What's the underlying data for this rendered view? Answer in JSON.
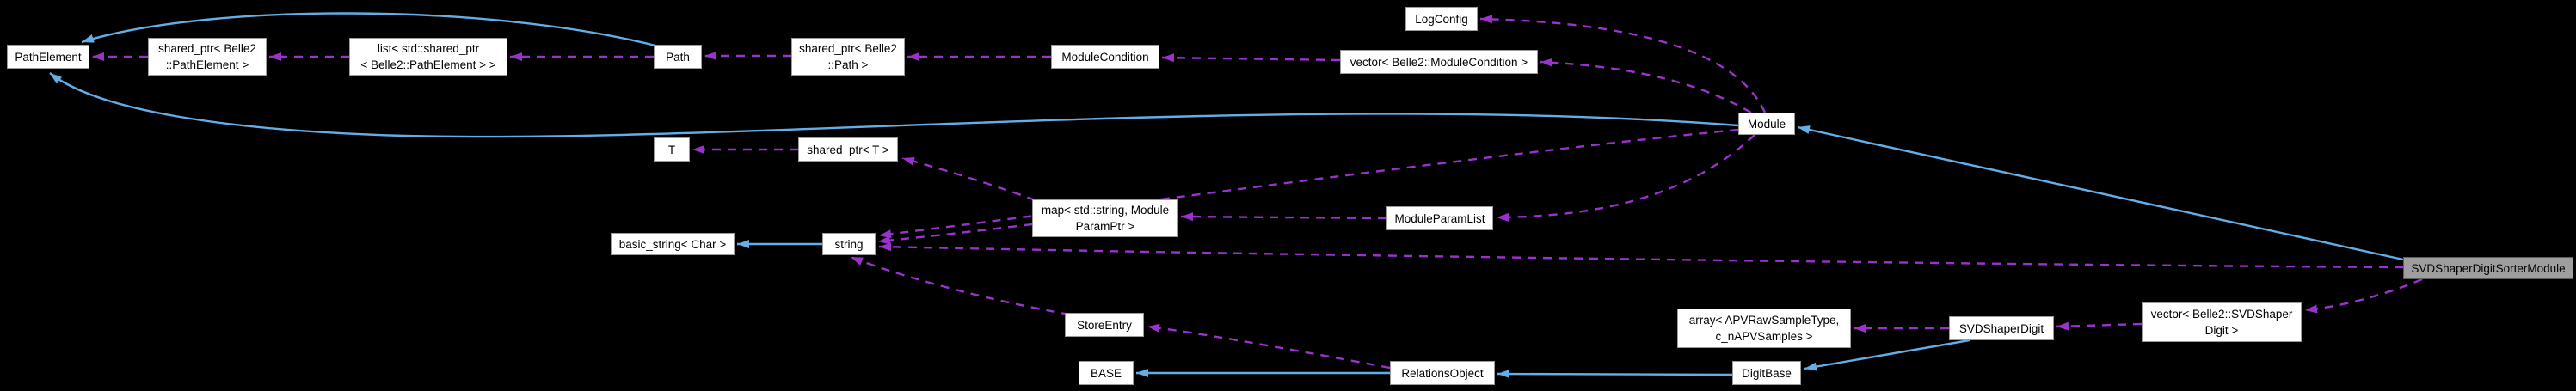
{
  "diagram": {
    "kind": "doxygen-collaboration-graph",
    "focus_node": "SVDShaperDigitSorterModule",
    "colors": {
      "background": "#000000",
      "inheritance_edge_blue": "#63aee8",
      "usage_edge_magenta": "#9a32cd",
      "node_fill": "#ffffff",
      "node_border": "#9b9b9b",
      "focus_node_fill": "#9e9e9e",
      "focus_node_border": "#5c5c5c",
      "node_text": "#000000"
    },
    "nodes": [
      {
        "id": "PathElement",
        "label": "PathElement"
      },
      {
        "id": "shared_ptr_PathElement",
        "label": "shared_ptr< Belle2\n::PathElement >"
      },
      {
        "id": "list_shared_ptr_PathElement",
        "label": "list< std::shared_ptr\n< Belle2::PathElement > >"
      },
      {
        "id": "Path",
        "label": "Path"
      },
      {
        "id": "shared_ptr_Path",
        "label": "shared_ptr< Belle2\n::Path >"
      },
      {
        "id": "ModuleCondition",
        "label": "ModuleCondition"
      },
      {
        "id": "LogConfig",
        "label": "LogConfig"
      },
      {
        "id": "vector_ModuleCondition",
        "label": "vector< Belle2::ModuleCondition >"
      },
      {
        "id": "Module",
        "label": "Module"
      },
      {
        "id": "T",
        "label": "T"
      },
      {
        "id": "shared_ptr_T",
        "label": "shared_ptr< T >"
      },
      {
        "id": "map_ModuleParamPtr",
        "label": "map< std::string, Module\nParamPtr >"
      },
      {
        "id": "ModuleParamList",
        "label": "ModuleParamList"
      },
      {
        "id": "basic_string_Char",
        "label": "basic_string< Char >"
      },
      {
        "id": "string",
        "label": "string"
      },
      {
        "id": "SVDShaperDigitSorterModule",
        "label": "SVDShaperDigitSorterModule"
      },
      {
        "id": "StoreEntry",
        "label": "StoreEntry"
      },
      {
        "id": "array_APVRawSampleType",
        "label": "array< APVRawSampleType,\nc_nAPVSamples >"
      },
      {
        "id": "SVDShaperDigit",
        "label": "SVDShaperDigit"
      },
      {
        "id": "vector_SVDShaperDigit",
        "label": "vector< Belle2::SVDShaper\nDigit >"
      },
      {
        "id": "DigitBase",
        "label": "DigitBase"
      },
      {
        "id": "RelationsObject",
        "label": "RelationsObject"
      },
      {
        "id": "BASE",
        "label": "BASE"
      }
    ],
    "edges": [
      {
        "from": "Path",
        "to": "PathElement",
        "relation": "inherits"
      },
      {
        "from": "Module",
        "to": "PathElement",
        "relation": "inherits"
      },
      {
        "from": "SVDShaperDigitSorterModule",
        "to": "Module",
        "relation": "inherits"
      },
      {
        "from": "string",
        "to": "basic_string_Char",
        "relation": "inherits"
      },
      {
        "from": "SVDShaperDigit",
        "to": "DigitBase",
        "relation": "inherits"
      },
      {
        "from": "DigitBase",
        "to": "RelationsObject",
        "relation": "inherits"
      },
      {
        "from": "RelationsObject",
        "to": "BASE",
        "relation": "inherits"
      },
      {
        "from": "shared_ptr_PathElement",
        "to": "PathElement",
        "relation": "uses"
      },
      {
        "from": "list_shared_ptr_PathElement",
        "to": "shared_ptr_PathElement",
        "relation": "uses"
      },
      {
        "from": "Path",
        "to": "list_shared_ptr_PathElement",
        "relation": "uses"
      },
      {
        "from": "shared_ptr_Path",
        "to": "Path",
        "relation": "uses"
      },
      {
        "from": "ModuleCondition",
        "to": "shared_ptr_Path",
        "relation": "uses"
      },
      {
        "from": "vector_ModuleCondition",
        "to": "ModuleCondition",
        "relation": "uses"
      },
      {
        "from": "Module",
        "to": "vector_ModuleCondition",
        "relation": "uses"
      },
      {
        "from": "Module",
        "to": "LogConfig",
        "relation": "uses"
      },
      {
        "from": "shared_ptr_T",
        "to": "T",
        "relation": "uses"
      },
      {
        "from": "map_ModuleParamPtr",
        "to": "shared_ptr_T",
        "relation": "uses"
      },
      {
        "from": "map_ModuleParamPtr",
        "to": "string",
        "relation": "uses"
      },
      {
        "from": "ModuleParamList",
        "to": "map_ModuleParamPtr",
        "relation": "uses"
      },
      {
        "from": "Module",
        "to": "ModuleParamList",
        "relation": "uses"
      },
      {
        "from": "Module",
        "to": "string",
        "relation": "uses"
      },
      {
        "from": "StoreEntry",
        "to": "string",
        "relation": "uses"
      },
      {
        "from": "SVDShaperDigitSorterModule",
        "to": "string",
        "relation": "uses"
      },
      {
        "from": "RelationsObject",
        "to": "StoreEntry",
        "relation": "uses"
      },
      {
        "from": "SVDShaperDigit",
        "to": "array_APVRawSampleType",
        "relation": "uses"
      },
      {
        "from": "vector_SVDShaperDigit",
        "to": "SVDShaperDigit",
        "relation": "uses"
      },
      {
        "from": "SVDShaperDigitSorterModule",
        "to": "vector_SVDShaperDigit",
        "relation": "uses"
      }
    ]
  }
}
